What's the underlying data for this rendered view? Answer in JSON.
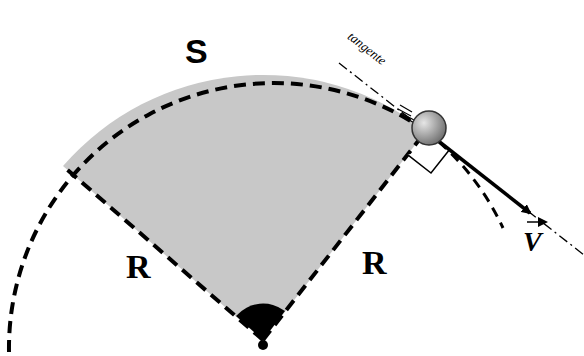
{
  "diagram": {
    "labels": [
      "S",
      "R",
      "R",
      "tangente",
      "V"
    ]
  }
}
